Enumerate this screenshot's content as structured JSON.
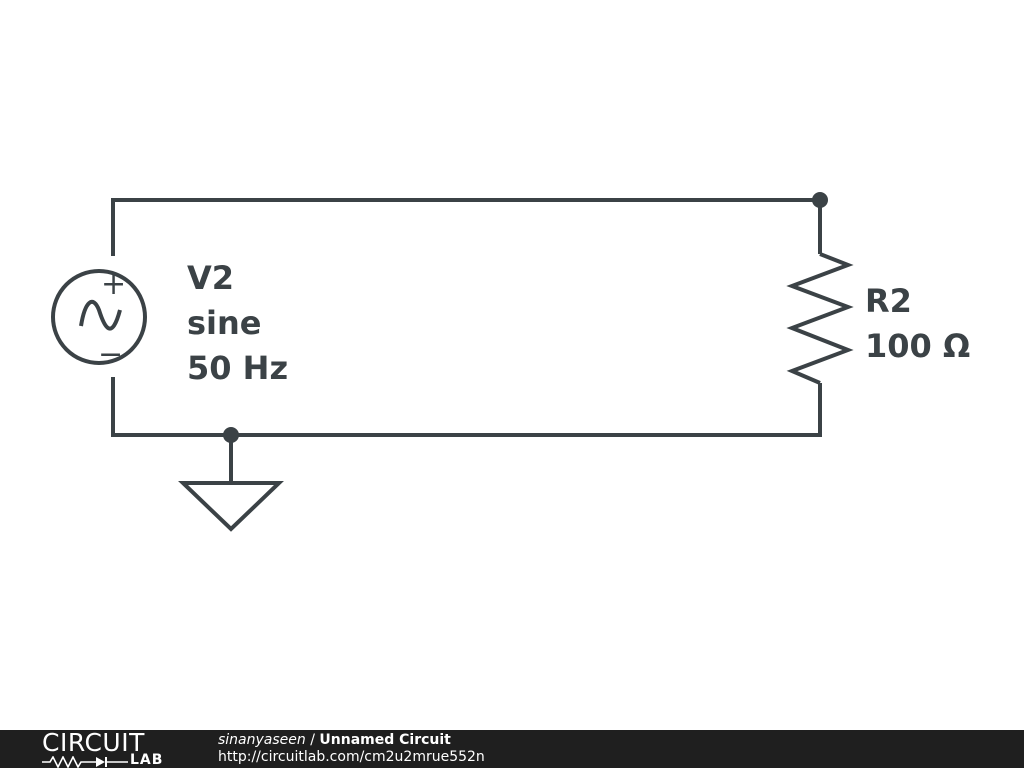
{
  "schematic": {
    "source": {
      "name": "V2",
      "type_label": "sine",
      "frequency_label": "50 Hz",
      "plus_sign": "+",
      "minus_sign": "−"
    },
    "resistor": {
      "name": "R2",
      "value_label": "100 Ω"
    },
    "ground_icon": "ground-symbol",
    "colors": {
      "wire": "#3b4246",
      "background": "#ffffff"
    }
  },
  "footer": {
    "logo_top": "CIRCUIT",
    "logo_bottom": "LAB",
    "user": "sinanyaseen",
    "separator": " / ",
    "circuit_title": "Unnamed Circuit",
    "url": "http://circuitlab.com/cm2u2mrue552n",
    "colors": {
      "background": "#1f1f1f",
      "text": "#ffffff"
    }
  }
}
